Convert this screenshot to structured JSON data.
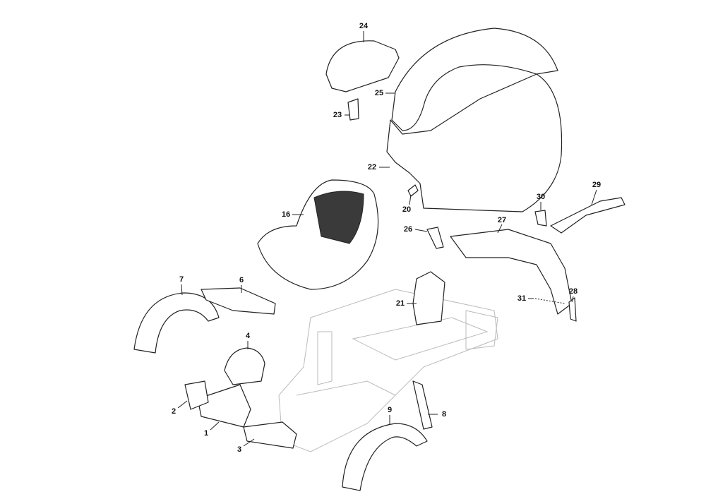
{
  "diagram": {
    "callouts": [
      {
        "id": "24",
        "label": "24"
      },
      {
        "id": "25",
        "label": "25"
      },
      {
        "id": "23",
        "label": "23"
      },
      {
        "id": "22",
        "label": "22"
      },
      {
        "id": "20",
        "label": "20"
      },
      {
        "id": "16",
        "label": "16"
      },
      {
        "id": "30",
        "label": "30"
      },
      {
        "id": "29",
        "label": "29"
      },
      {
        "id": "26",
        "label": "26"
      },
      {
        "id": "27",
        "label": "27"
      },
      {
        "id": "7",
        "label": "7"
      },
      {
        "id": "6",
        "label": "6"
      },
      {
        "id": "21",
        "label": "21"
      },
      {
        "id": "31",
        "label": "31"
      },
      {
        "id": "28",
        "label": "28"
      },
      {
        "id": "4",
        "label": "4"
      },
      {
        "id": "2",
        "label": "2"
      },
      {
        "id": "9",
        "label": "9"
      },
      {
        "id": "8",
        "label": "8"
      },
      {
        "id": "1",
        "label": "1"
      },
      {
        "id": "3",
        "label": "3"
      }
    ]
  }
}
